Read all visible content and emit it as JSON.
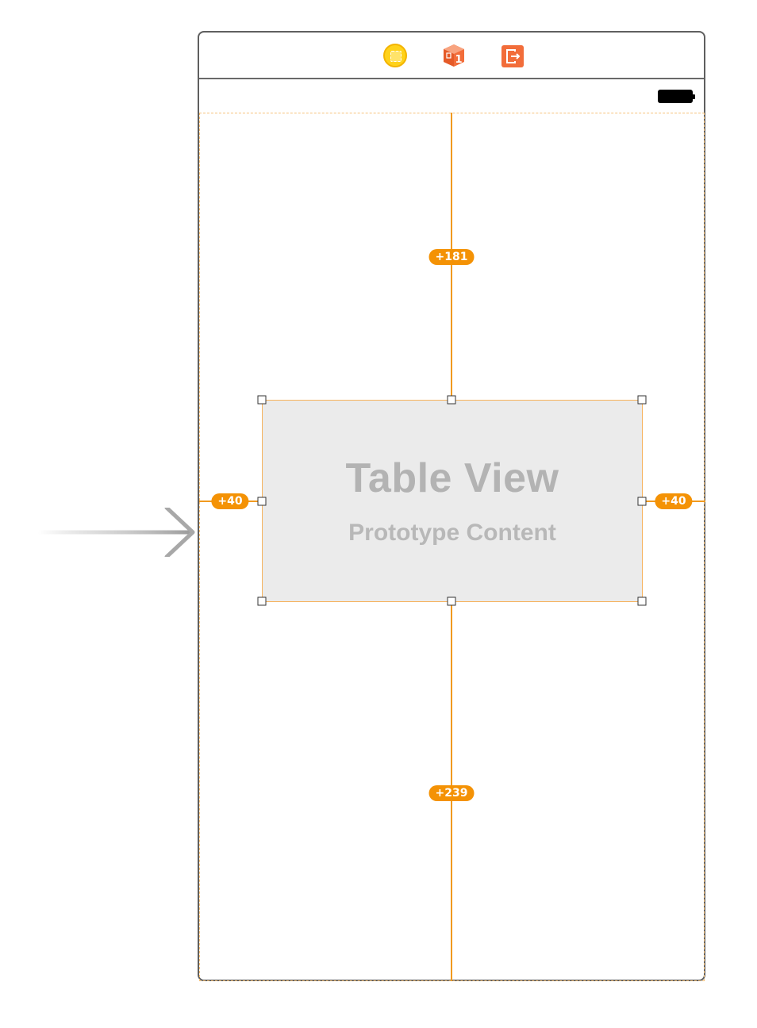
{
  "table_view": {
    "title": "Table View",
    "subtitle": "Prototype Content"
  },
  "constraints": {
    "top": "+181",
    "bottom": "+239",
    "leading": "+40",
    "trailing": "+40"
  },
  "scene_dock": {
    "icons": [
      "view-controller-icon",
      "first-responder-icon",
      "exit-icon"
    ],
    "first_responder_badge": "1"
  },
  "status_bar": {
    "icon": "battery-icon"
  },
  "colors": {
    "constraint": "#f49205",
    "view_controller": "#ffd21a",
    "first_responder": "#f26d3a",
    "exit": "#f26d3a",
    "table_view_background": "#ebebeb",
    "table_view_text": "#b3b3b3"
  }
}
